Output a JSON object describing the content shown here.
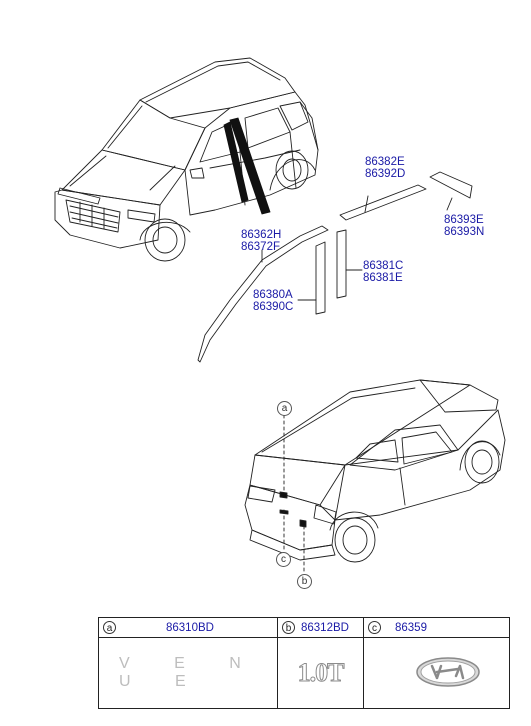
{
  "parts": {
    "upper_molding": [
      "86382E",
      "86392D"
    ],
    "rear_trim": [
      "86393E",
      "86393N"
    ],
    "front_pillar": [
      "86362H",
      "86372F"
    ],
    "center_pillar": [
      "86381C",
      "86381E"
    ],
    "lower_pillar": [
      "86380A",
      "86390C"
    ]
  },
  "callouts": {
    "a": "a",
    "b": "b",
    "c": "c"
  },
  "legend": [
    {
      "letter": "a",
      "part": "86310BD",
      "emblem": "V E N U E"
    },
    {
      "letter": "b",
      "part": "86312BD",
      "emblem": "1.0T"
    },
    {
      "letter": "c",
      "part": "86359",
      "emblem": "hyundai-logo"
    }
  ],
  "colors": {
    "part_number": "#1a1aa6",
    "line": "#222222",
    "emblem_gray": "#9a9a9a"
  }
}
